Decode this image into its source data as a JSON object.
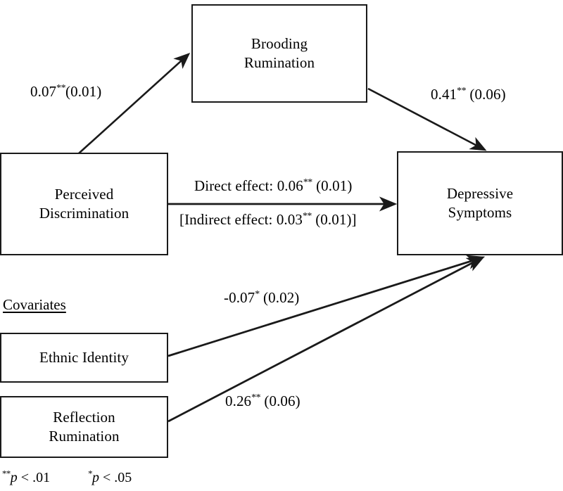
{
  "diagram": {
    "type": "mediation-path-model",
    "nodes": [
      {
        "id": "perceived-discrimination",
        "lines": [
          "Perceived",
          "Discrimination"
        ]
      },
      {
        "id": "brooding-rumination",
        "lines": [
          "Brooding",
          "Rumination"
        ]
      },
      {
        "id": "depressive-symptoms",
        "lines": [
          "Depressive",
          "Symptoms"
        ]
      },
      {
        "id": "ethnic-identity",
        "lines": [
          "Ethnic Identity"
        ]
      },
      {
        "id": "reflection-rumination",
        "lines": [
          "Reflection",
          "Rumination"
        ]
      }
    ],
    "paths": [
      {
        "id": "a-path",
        "from": "perceived-discrimination",
        "to": "brooding-rumination",
        "coefficient": "0.07",
        "stars": "**",
        "se": "(0.01)",
        "label": "0.07** (0.01)"
      },
      {
        "id": "b-path",
        "from": "brooding-rumination",
        "to": "depressive-symptoms",
        "coefficient": "0.41",
        "stars": "**",
        "se": "(0.06)",
        "label": "0.41** (0.06)"
      },
      {
        "id": "direct-effect",
        "from": "perceived-discrimination",
        "to": "depressive-symptoms",
        "prefix": "Direct effect: ",
        "coefficient": "0.06",
        "stars": "**",
        "se": "(0.01)",
        "label": "Direct effect: 0.06** (0.01)"
      },
      {
        "id": "indirect-effect",
        "from": "perceived-discrimination",
        "to": "depressive-symptoms",
        "prefix": "[Indirect effect: ",
        "coefficient": "0.03",
        "stars": "**",
        "se": "(0.01)]",
        "label": "[Indirect effect: 0.03** (0.01)]"
      },
      {
        "id": "ethnic-identity-path",
        "from": "ethnic-identity",
        "to": "depressive-symptoms",
        "coefficient": "-0.07",
        "stars": "*",
        "se": "(0.02)",
        "label": "-0.07* (0.02)"
      },
      {
        "id": "reflection-rumination-path",
        "from": "reflection-rumination",
        "to": "depressive-symptoms",
        "coefficient": "0.26",
        "stars": "**",
        "se": "(0.06)",
        "label": "0.26** (0.06)"
      }
    ]
  },
  "labels": {
    "node_perceived_line1": "Perceived",
    "node_perceived_line2": "Discrimination",
    "node_brooding_line1": "Brooding",
    "node_brooding_line2": "Rumination",
    "node_depressive_line1": "Depressive",
    "node_depressive_line2": "Symptoms",
    "node_ethnic_line1": "Ethnic Identity",
    "node_reflection_line1": "Reflection",
    "node_reflection_line2": "Rumination",
    "covariates_heading": "Covariates",
    "path_a_value": "0.07",
    "path_a_stars": "**",
    "path_a_se": "(0.01)",
    "path_b_value": "0.41",
    "path_b_stars": "**",
    "path_b_se": "(0.06)",
    "direct_prefix": "Direct effect: 0.06",
    "direct_stars": "**",
    "direct_se": "(0.01)",
    "indirect_prefix": "[Indirect effect: 0.03",
    "indirect_stars": "**",
    "indirect_se": "(0.01)]",
    "ethnic_value": "-0.07",
    "ethnic_stars": "*",
    "ethnic_se": "(0.02)",
    "reflection_value": "0.26",
    "reflection_stars": "**",
    "reflection_se": "(0.06)"
  },
  "footnote": {
    "stars_p01": "**",
    "p_italic_1": "p",
    "text_p01": " < .01",
    "stars_p05": "*",
    "p_italic_2": "p",
    "text_p05": " < .05"
  },
  "colors": {
    "stroke": "#1a1a1a",
    "background": "#ffffff",
    "text": "#000000"
  }
}
